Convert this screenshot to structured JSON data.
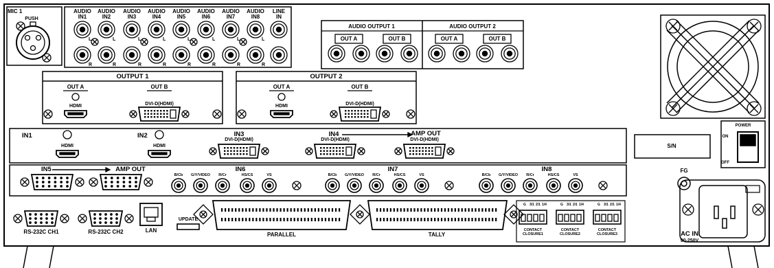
{
  "mic": {
    "label": "MIC 1",
    "push": "PUSH"
  },
  "audio_in": [
    {
      "label": "AUDIO IN1"
    },
    {
      "label": "AUDIO IN2"
    },
    {
      "label": "AUDIO IN3"
    },
    {
      "label": "AUDIO IN4"
    },
    {
      "label": "AUDIO IN5"
    },
    {
      "label": "AUDIO IN6"
    },
    {
      "label": "AUDIO IN7"
    },
    {
      "label": "AUDIO IN8"
    }
  ],
  "line_in": "LINE IN",
  "channel_letters": {
    "left": "L",
    "right": "R"
  },
  "audio_output": [
    {
      "title": "AUDIO OUTPUT 1",
      "out_a": "OUT A",
      "out_b": "OUT B"
    },
    {
      "title": "AUDIO OUTPUT 2",
      "out_a": "OUT A",
      "out_b": "OUT B"
    }
  ],
  "video_output": [
    {
      "title": "OUTPUT 1",
      "out_a": "OUT A",
      "out_b": "OUT B",
      "hdmi": "HDMI",
      "dvi": "DVI-D(HDMI)"
    },
    {
      "title": "OUTPUT 2",
      "out_a": "OUT A",
      "out_b": "OUT B",
      "hdmi": "HDMI",
      "dvi": "DVI-D(HDMI)"
    }
  ],
  "inputs": {
    "in1": "IN1",
    "in2": "IN2",
    "hdmi": "HDMI",
    "in3": "IN3",
    "in4": "IN4",
    "dvi": "DVI-D(HDMI)",
    "amp_out": "AMP OUT",
    "in5": "IN5",
    "in6": "IN6",
    "in7": "IN7",
    "in8": "IN8",
    "bnc_labels": [
      "B/Cb",
      "G/Y/VIDEO",
      "R/Cr",
      "HS/CS",
      "VS"
    ]
  },
  "serial": {
    "ch1": "RS-232C CH1",
    "ch2": "RS-232C CH2",
    "lan": "LAN",
    "update": "UPDATE"
  },
  "parallel": "PARALLEL",
  "tally": "TALLY",
  "contact_closures": [
    "CONTACT CLOSURE1",
    "CONTACT CLOSURE2",
    "CONTACT CLOSURE3"
  ],
  "contact_pins": [
    "G",
    "3/1",
    "2/1",
    "1/4"
  ],
  "power": {
    "label": "POWER",
    "on": "ON",
    "off": "OFF"
  },
  "sn": "S/N",
  "fg": "FG",
  "ac": {
    "label": "AC IN",
    "voltage": "90-250V"
  }
}
